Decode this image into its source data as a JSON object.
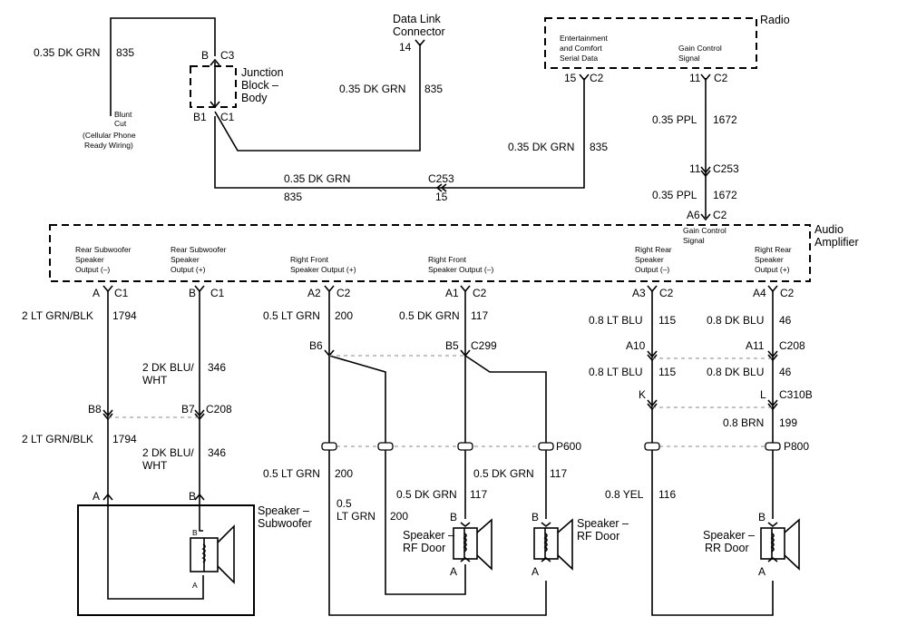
{
  "title": "",
  "components": {
    "radio": "Radio",
    "audio_amplifier": "Audio Amplifier",
    "dlc_line1": "Data Link",
    "dlc_line2": "Connector",
    "junction_line1": "Junction",
    "junction_line2": "Block –",
    "junction_line3": "Body",
    "sub_line1": "Speaker –",
    "sub_line2": "Subwoofer",
    "rf1_line1": "Speaker –",
    "rf1_line2": "RF Door",
    "rf2_line1": "Speaker –",
    "rf2_line2": "RF Door",
    "rr_line1": "Speaker –",
    "rr_line2": "RR Door"
  },
  "labels": {
    "radio_ent_1": "Entertainment",
    "radio_ent_2": "and Comfort",
    "radio_ent_3": "Serial Data",
    "radio_gain_1": "Gain Control",
    "radio_gain_2": "Signal",
    "amp_gain_1": "Gain Control",
    "amp_gain_2": "Signal",
    "blunt_1": "Blunt",
    "blunt_2": "Cut",
    "blunt_3": "(Cellular Phone",
    "blunt_4": "Ready Wiring)",
    "out_rsw_neg_1": "Rear Subwoofer",
    "out_rsw_neg_2": "Speaker",
    "out_rsw_neg_3": "Output (–)",
    "out_rsw_pos_1": "Rear Subwoofer",
    "out_rsw_pos_2": "Speaker",
    "out_rsw_pos_3": "Output (+)",
    "out_rf_pos_1": "Right Front",
    "out_rf_pos_2": "Speaker Output (+)",
    "out_rf_neg_1": "Right Front",
    "out_rf_neg_2": "Speaker Output (–)",
    "out_rr_neg_1": "Right Rear",
    "out_rr_neg_2": "Speaker",
    "out_rr_neg_3": "Output (–)",
    "out_rr_pos_1": "Right Rear",
    "out_rr_pos_2": "Speaker",
    "out_rr_pos_3": "Output (+)"
  },
  "pins": {
    "jb_b": "B",
    "jb_c3": "C3",
    "jb_b1": "B1",
    "jb_c1": "C1",
    "dlc_14": "14",
    "radio_15": "15",
    "radio_c2a": "C2",
    "radio_11": "11",
    "radio_c2b": "C2",
    "c253_11": "11",
    "c253_label": "C253",
    "amp_a6": "A6",
    "amp_c2_a6": "C2",
    "c253_mid": "C253",
    "c253_15": "15",
    "sw_a": "A",
    "sw_c1a": "C1",
    "sw_b": "B",
    "sw_c1b": "C1",
    "rf_a2": "A2",
    "rf_c2a": "C2",
    "rf_a1": "A1",
    "rf_c2b": "C2",
    "rr_a3": "A3",
    "rr_c2a": "C2",
    "rr_a4": "A4",
    "rr_c2b": "C2",
    "b8": "B8",
    "b7": "B7",
    "c208a": "C208",
    "b6": "B6",
    "b5": "B5",
    "c299": "C299",
    "a10": "A10",
    "a11": "A11",
    "c208b": "C208",
    "k": "K",
    "l": "L",
    "c310b": "C310B",
    "p600": "P600",
    "p800": "P800",
    "sub_a": "A",
    "sub_b": "B",
    "sub_spk_b": "B",
    "sub_spk_a": "A",
    "rf1_b": "B",
    "rf1_a": "A",
    "rf2_b": "B",
    "rf2_a": "A",
    "rr_b": "B",
    "rr_a": "A"
  },
  "wires": {
    "w_835_top_color": "0.35 DK GRN",
    "w_835_top_num": "835",
    "w_dlc_color": "0.35 DK GRN",
    "w_dlc_num": "835",
    "w_radio_color": "0.35 DK GRN",
    "w_radio_num": "835",
    "w_bottom_color": "0.35 DK GRN",
    "w_bottom_num": "835",
    "w_ppl1_color": "0.35 PPL",
    "w_ppl1_num": "1672",
    "w_ppl2_color": "0.35 PPL",
    "w_ppl2_num": "1672",
    "w_1794a_color": "2 LT GRN/BLK",
    "w_1794a_num": "1794",
    "w_346a_color_1": "2 DK BLU/",
    "w_346a_color_2": "WHT",
    "w_346a_num": "346",
    "w_1794b_color": "2 LT GRN/BLK",
    "w_1794b_num": "1794",
    "w_346b_color_1": "2 DK BLU/",
    "w_346b_color_2": "WHT",
    "w_346b_num": "346",
    "w_200a_color": "0.5 LT GRN",
    "w_200a_num": "200",
    "w_117a_color": "0.5 DK GRN",
    "w_117a_num": "117",
    "w_200b_color": "0.5 LT GRN",
    "w_200b_num": "200",
    "w_117b_color": "0.5 DK GRN",
    "w_117b_num": "117",
    "w_117c_color": "0.5 DK GRN",
    "w_117c_num": "117",
    "w_200c_color_1": "0.5",
    "w_200c_color_2": "LT GRN",
    "w_200c_num": "200",
    "w_115a_color": "0.8 LT BLU",
    "w_115a_num": "115",
    "w_46a_color": "0.8 DK BLU",
    "w_46a_num": "46",
    "w_115b_color": "0.8 LT BLU",
    "w_115b_num": "115",
    "w_46b_color": "0.8 DK BLU",
    "w_46b_num": "46",
    "w_199_color": "0.8 BRN",
    "w_199_num": "199",
    "w_116_color": "0.8 YEL",
    "w_116_num": "116"
  }
}
